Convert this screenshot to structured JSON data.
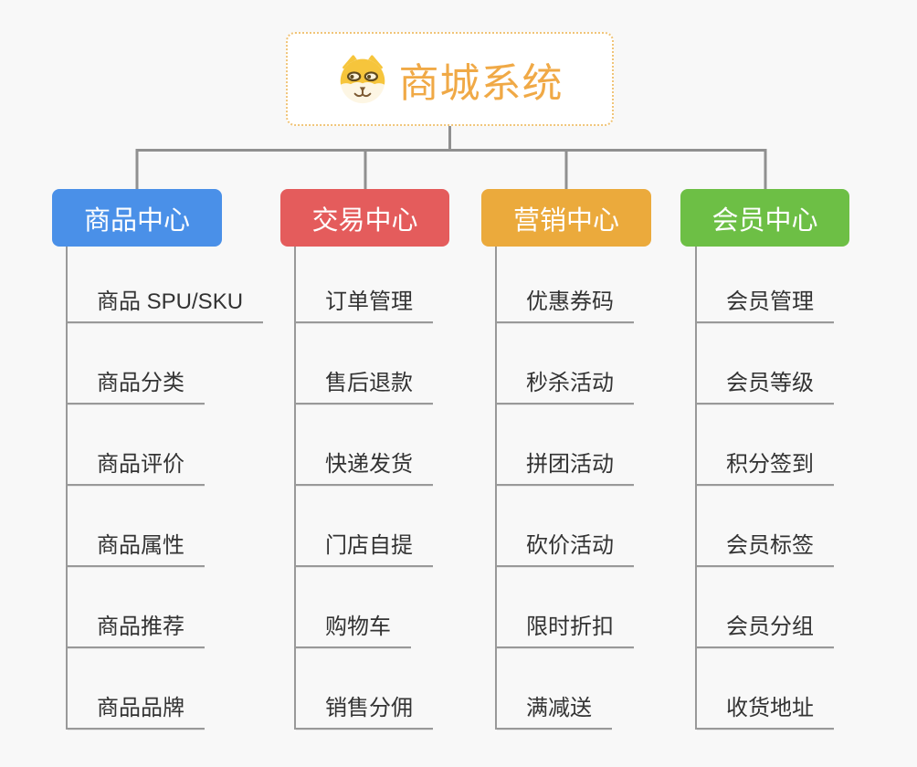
{
  "root": {
    "title": "商城系统",
    "icon": "dog-face-icon"
  },
  "branches": [
    {
      "label": "商品中心",
      "color": "#4a90e8",
      "items": [
        "商品 SPU/SKU",
        "商品分类",
        "商品评价",
        "商品属性",
        "商品推荐",
        "商品品牌"
      ]
    },
    {
      "label": "交易中心",
      "color": "#e45c5c",
      "items": [
        "订单管理",
        "售后退款",
        "快递发货",
        "门店自提",
        "购物车",
        "销售分佣"
      ]
    },
    {
      "label": "营销中心",
      "color": "#ebaa3c",
      "items": [
        "优惠券码",
        "秒杀活动",
        "拼团活动",
        "砍价活动",
        "限时折扣",
        "满减送"
      ]
    },
    {
      "label": "会员中心",
      "color": "#6dbf45",
      "items": [
        "会员管理",
        "会员等级",
        "积分签到",
        "会员标签",
        "会员分组",
        "收货地址"
      ]
    }
  ],
  "colors": {
    "background": "#f8f8f8",
    "connector": "#909090",
    "branch_line": "#999999",
    "item_text": "#333333",
    "root_title": "#f0a946",
    "root_border": "#f0c478"
  }
}
